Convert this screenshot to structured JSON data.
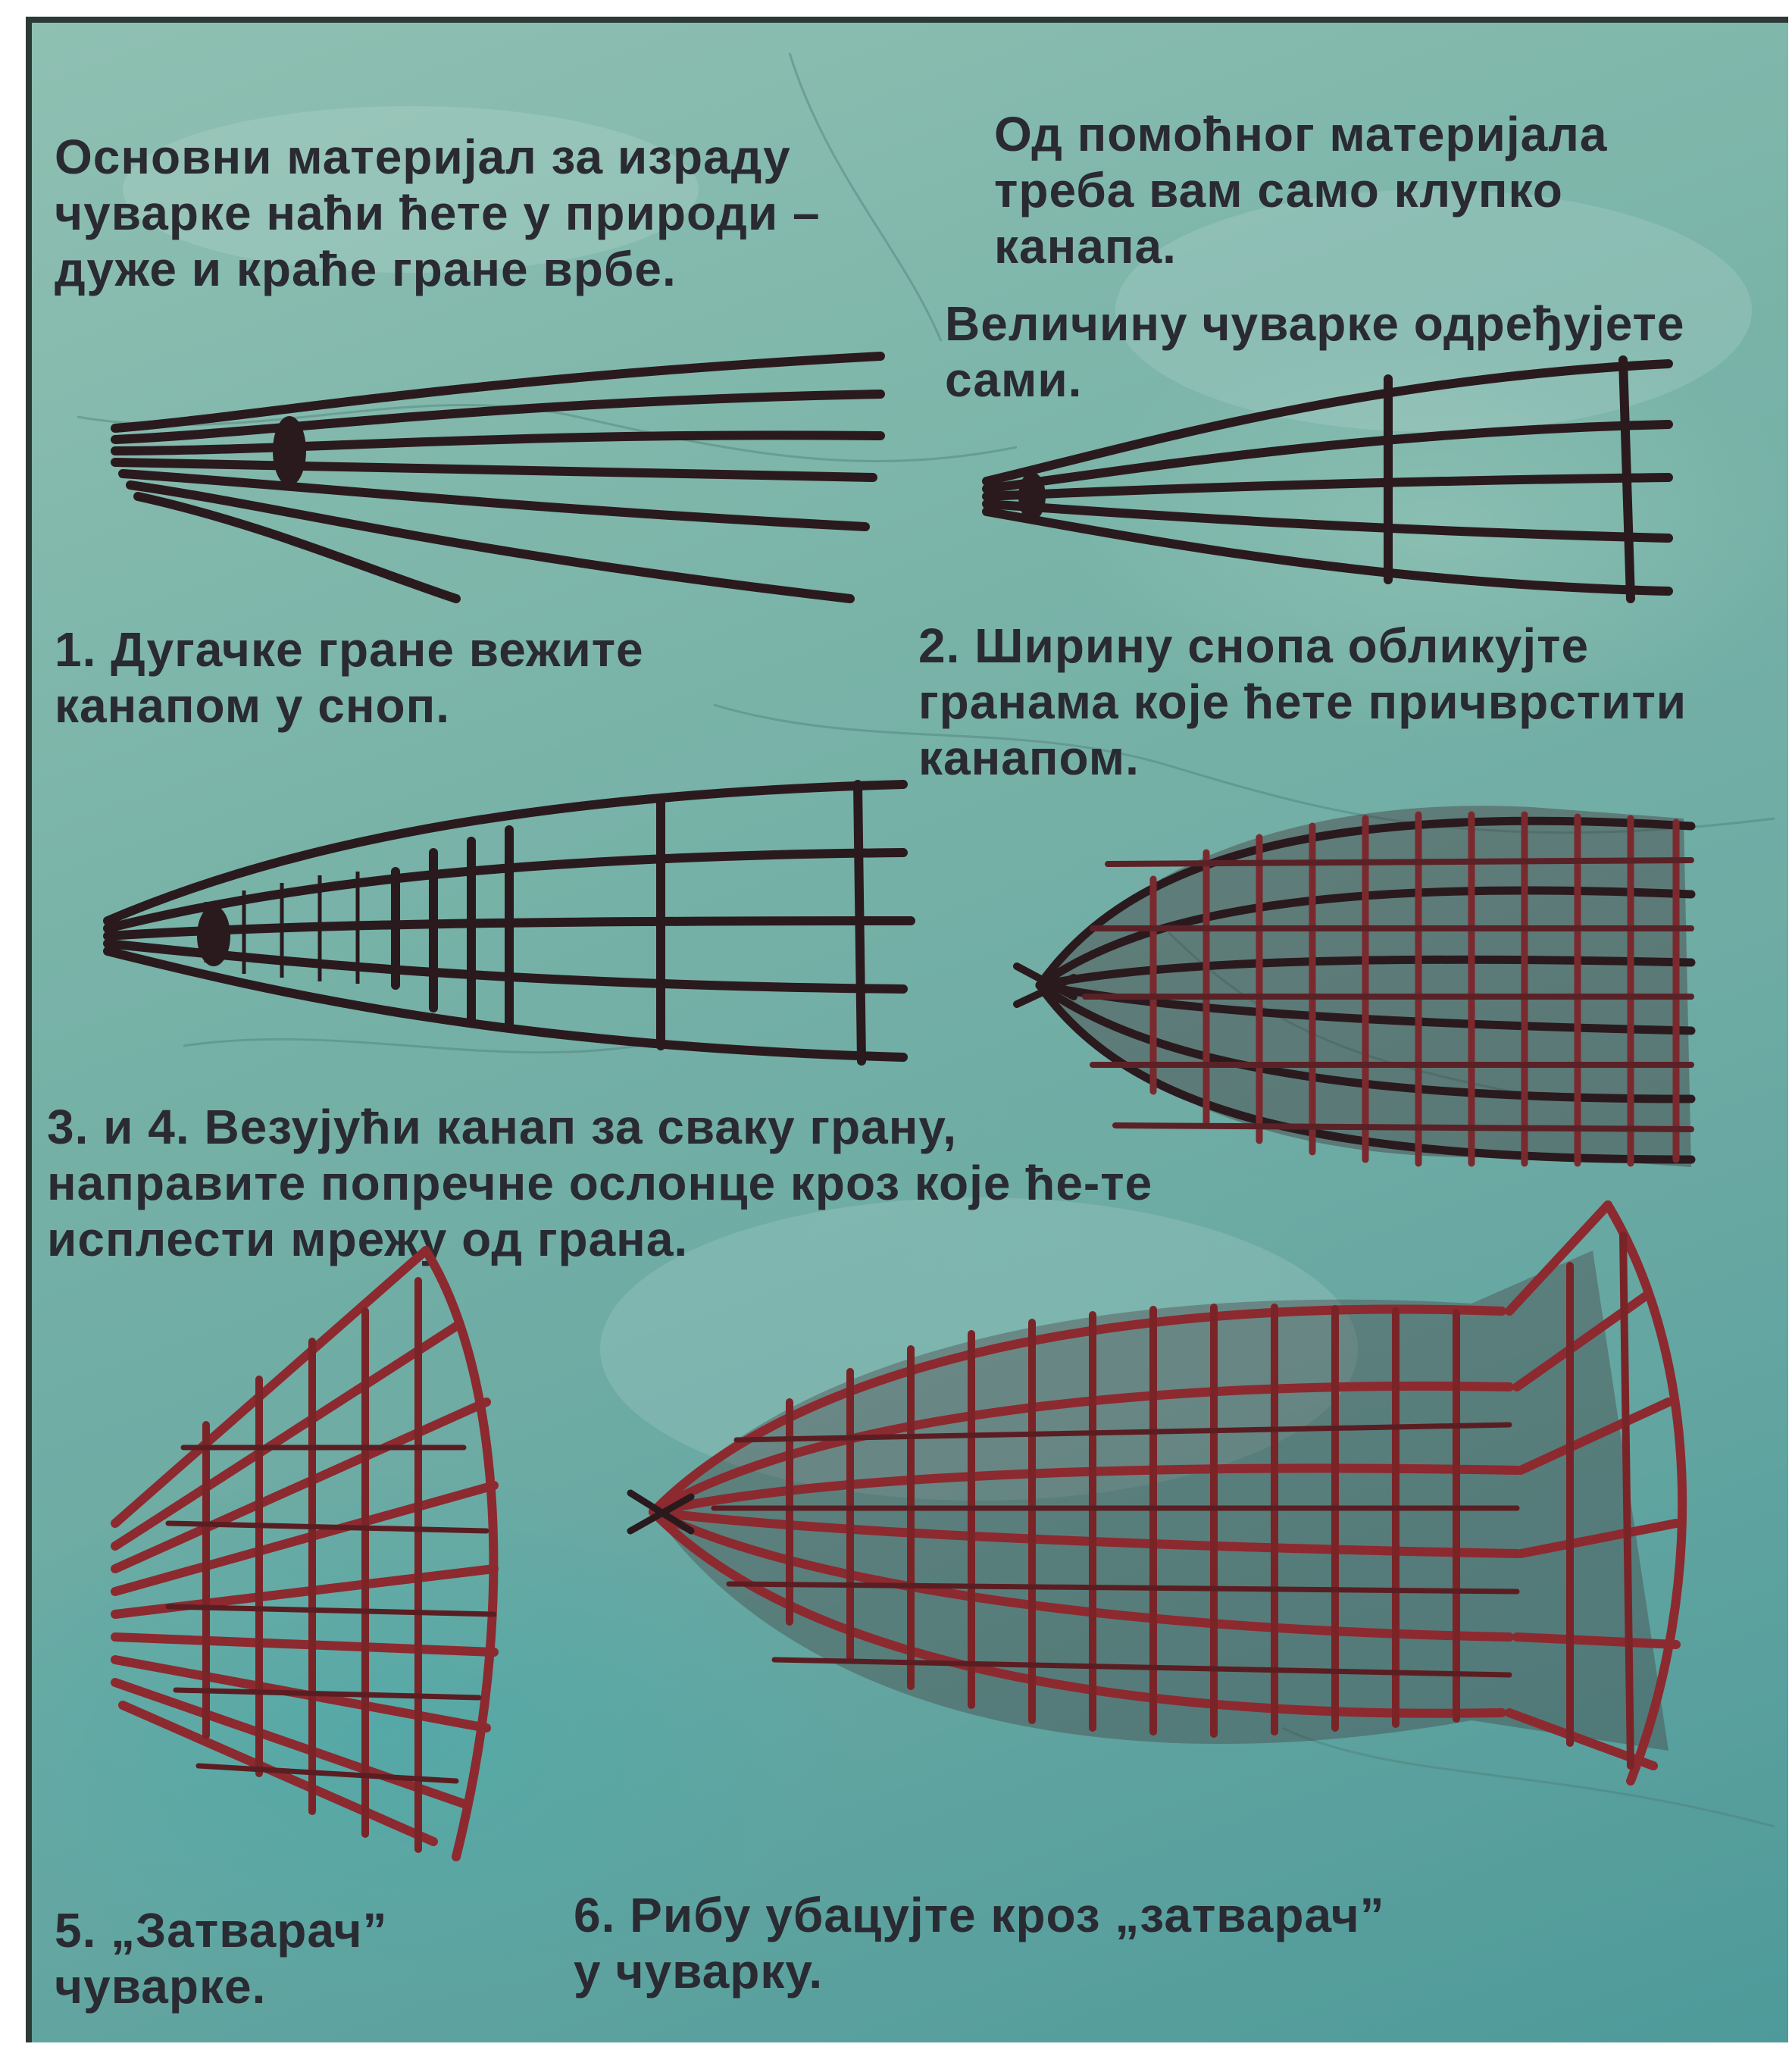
{
  "intro_left": "Основни материјал за израду чуварке наћи ћете у природи – дуже и краће гране врбе.",
  "intro_right_1": "Од помоћног материјала треба вам само клупко канапа.",
  "intro_right_2": "Величину чуварке одређујете сами.",
  "steps": [
    {
      "text": "1. Дугачке гране вежите канапом у сноп."
    },
    {
      "text": "2. Ширину снопа обликујте гранама које ћете причврстити канапом."
    },
    {
      "text": "3. и 4. Везујући канап за сваку грану, направите попречне ослонце кроз које ће-те исплести мрежу од грана."
    },
    {
      "text": "5. „Затварач” чуварке."
    },
    {
      "text": "6. Рибу убацујте кроз „затварач” у чуварку."
    }
  ],
  "colors": {
    "background": "#7ab3a9",
    "frame": "#2b3a36",
    "branch_dark": "#2a1a1e",
    "branch_red": "#8c2a30",
    "text": "#2a2a32"
  }
}
